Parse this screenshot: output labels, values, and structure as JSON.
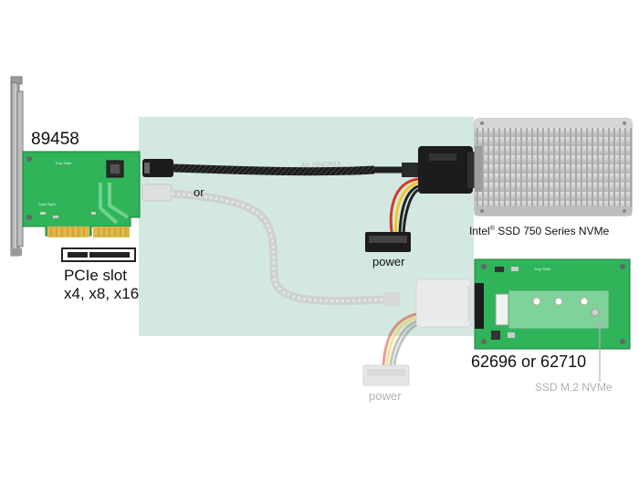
{
  "labels": {
    "card_id": "89458",
    "or": "or",
    "intel_prefix": "Intel",
    "intel_reg": "®",
    "intel_suffix": " SSD 750 Series NVMe",
    "power": "power",
    "power_faded": "power",
    "pcie_line1": "PCIe slot",
    "pcie_line2": "x4, x8, x16",
    "adapter_ids": "62696 or 62710",
    "ssd_m2": "SSD M.2 NVMe",
    "cable_text": "AX 29NCW18",
    "pcb_card_text1": "Trop Slide",
    "pcb_card_text2": "Dual Right",
    "pcb_adapter_text": "Trop Slide"
  },
  "colors": {
    "panel": "#d3e8e0",
    "pcb_green": "#2fb45a",
    "pcb_light": "#7fd39a",
    "cable_black": "#1c1c1c",
    "cable_gray": "#c8c8c8",
    "ssd_silver": "#c9c9c9",
    "bracket": "#a9a9a9",
    "wire_red": "#d23a2a",
    "wire_yellow": "#f2c81f",
    "wire_black": "#222222",
    "faded_label": "#b0b0b0"
  }
}
